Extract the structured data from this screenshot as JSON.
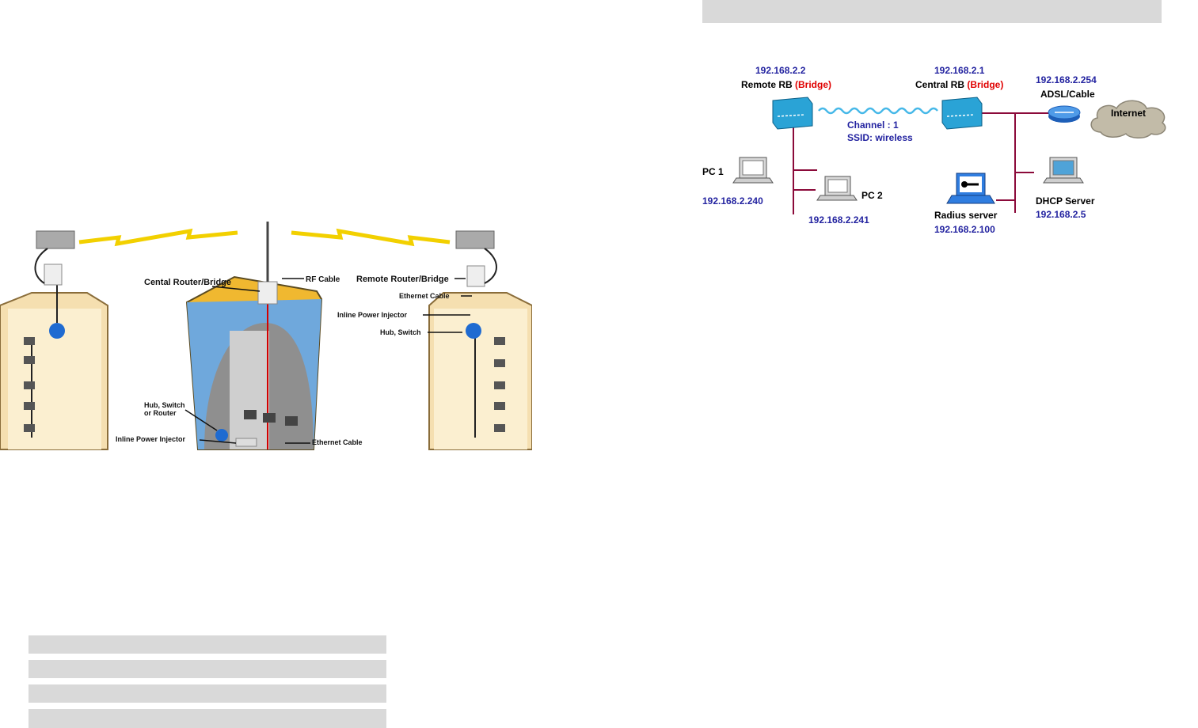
{
  "left_diagram": {
    "labels": {
      "central_router": "Cental  Router/Bridge",
      "rf_cable": "RF Cable",
      "remote_router": "Remote  Router/Bridge",
      "ethernet_cable_top": "Ethernet Cable",
      "inline_injector_right": "Inline Power Injector",
      "hub_switch_right": "Hub, Switch",
      "hub_switch_router_line1": "Hub, Switch",
      "hub_switch_router_line2": "or Router",
      "inline_injector_bottom": "Inline Power Injector",
      "ethernet_cable_bottom": "Ethernet Cable"
    }
  },
  "right_diagram": {
    "remote_rb": {
      "ip": "192.168.2.2",
      "name": "Remote RB ",
      "mode": "(Bridge)"
    },
    "central_rb": {
      "ip": "192.168.2.1",
      "name": "Central RB ",
      "mode": "(Bridge)"
    },
    "adsl": {
      "ip": "192.168.2.254",
      "name": "ADSL/Cable"
    },
    "internet": "Internet",
    "link": {
      "channel": "Channel : 1",
      "ssid": "SSID: wireless"
    },
    "pc1": {
      "name": "PC 1",
      "ip": "192.168.2.240"
    },
    "pc2": {
      "name": "PC 2",
      "ip": "192.168.2.241"
    },
    "radius": {
      "name": "Radius server",
      "ip": "192.168.2.100"
    },
    "dhcp": {
      "name": "DHCP Server",
      "ip": "192.168.2.5"
    }
  },
  "colors": {
    "ip_text": "#2323a0",
    "bridge_text": "#e00000",
    "lan_line": "#8b0a3a",
    "bar_fill": "#d9d9d9"
  }
}
